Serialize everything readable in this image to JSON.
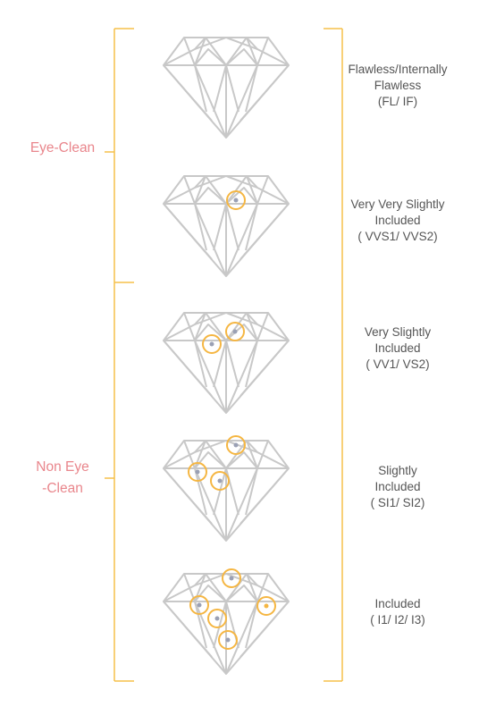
{
  "colors": {
    "bracket": "#f5c04a",
    "diamond": "#c8c8c8",
    "inclusion_ring": "#f5b642",
    "inclusion_dot": "#9aa0b4",
    "group_label": "#e9868c",
    "grade_text": "#555555"
  },
  "groups": [
    {
      "id": "eye-clean",
      "label": "Eye-Clean"
    },
    {
      "id": "non-eye-clean",
      "label_lines": [
        "Non Eye",
        "-Clean"
      ]
    }
  ],
  "grades": [
    {
      "lines": [
        "Flawless/Internally",
        "Flawless",
        "(FL/ IF)"
      ],
      "inclusions": 0
    },
    {
      "lines": [
        "Very Very Slightly",
        "Included",
        "( VVS1/ VVS2)"
      ],
      "inclusions": 1
    },
    {
      "lines": [
        "Very Slightly",
        "Included",
        "( VV1/ VS2)"
      ],
      "inclusions": 2
    },
    {
      "lines": [
        "Slightly",
        "Included",
        "( SI1/ SI2)"
      ],
      "inclusions": 3
    },
    {
      "lines": [
        "Included",
        "( I1/ I2/ I3)"
      ],
      "inclusions": 5
    }
  ]
}
